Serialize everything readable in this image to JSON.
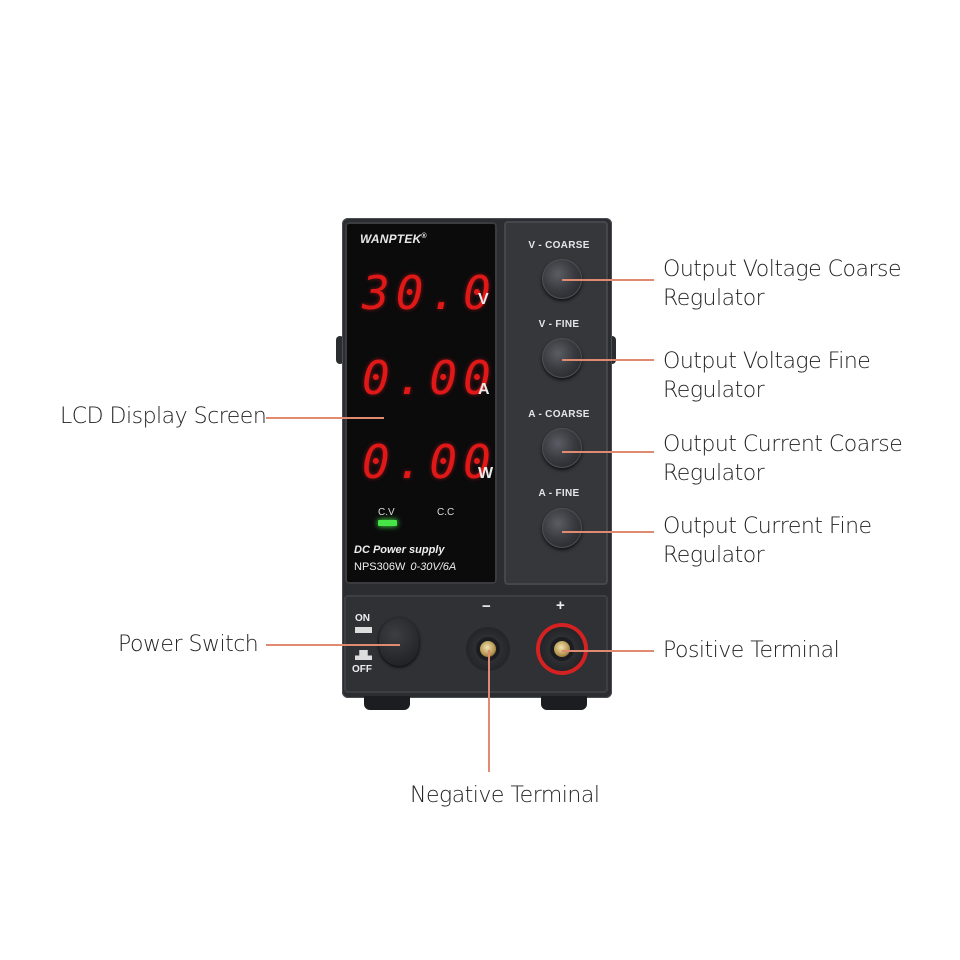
{
  "device": {
    "brand": "WANPTEK",
    "brand_mark": "®",
    "readouts": [
      {
        "value": "30.0",
        "unit": "V"
      },
      {
        "value": "0.00",
        "unit": "A"
      },
      {
        "value": "0.00",
        "unit": "W"
      }
    ],
    "indicators": {
      "cv": "C.V",
      "cc": "C.C",
      "cv_led_color": "#46e646"
    },
    "product_line": "DC Power supply",
    "model": "NPS306W",
    "rating": "0-30V/6A",
    "knobs": [
      {
        "label": "V - COARSE"
      },
      {
        "label": "V - FINE"
      },
      {
        "label": "A - COARSE"
      },
      {
        "label": "A - FINE"
      }
    ],
    "power_switch": {
      "on_label": "ON",
      "off_label": "OFF"
    },
    "terminals": {
      "negative_sign": "−",
      "positive_sign": "+"
    },
    "colors": {
      "digit_red": "#e11818",
      "body": "#2b2d31",
      "callout_line": "#e08a72",
      "positive_ring": "#d42222"
    }
  },
  "callouts": {
    "lcd": "LCD Display Screen",
    "power_switch": "Power Switch",
    "v_coarse": [
      "Output Voltage Coarse",
      "Regulator"
    ],
    "v_fine": [
      "Output Voltage Fine",
      "Regulator"
    ],
    "a_coarse": [
      "Output Current Coarse",
      "Regulator"
    ],
    "a_fine": [
      "Output Current Fine",
      "Regulator"
    ],
    "positive": "Positive Terminal",
    "negative": "Negative Terminal"
  }
}
